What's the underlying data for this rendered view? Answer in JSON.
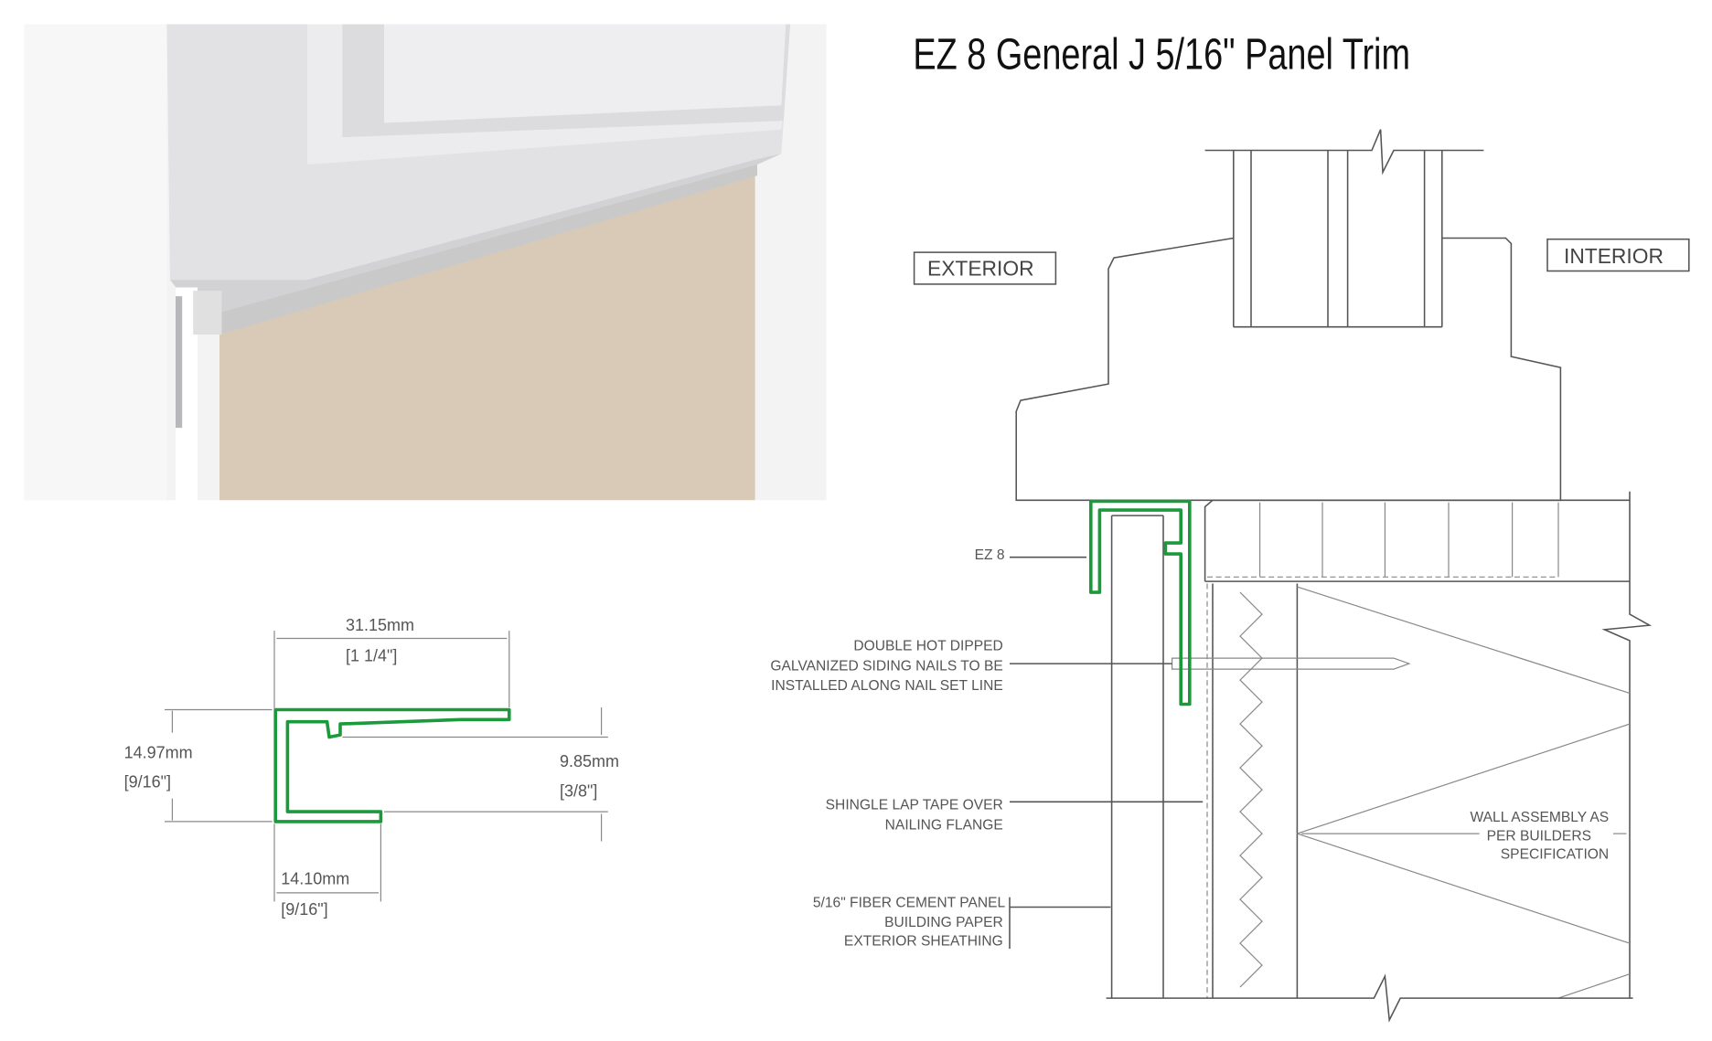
{
  "title": "EZ 8 General J 5/16\" Panel Trim",
  "colors": {
    "trim_profile": "#1b9a3c",
    "panel": "#d8cab6",
    "lines": "#555555"
  },
  "profile": {
    "width_mm": "31.15mm",
    "width_in": "[1 1/4\"]",
    "height_mm": "14.97mm",
    "height_in": "[9/16\"]",
    "inner_mm": "9.85mm",
    "inner_in": "[3/8\"]",
    "flange_mm": "14.10mm",
    "flange_in": "[9/16\"]"
  },
  "section": {
    "exterior": "EXTERIOR",
    "interior": "INTERIOR",
    "ez8": "EZ 8",
    "nails": [
      "DOUBLE HOT DIPPED",
      "GALVANIZED SIDING NAILS TO BE",
      "INSTALLED ALONG NAIL SET LINE"
    ],
    "tape": [
      "SHINGLE LAP TAPE OVER",
      "NAILING FLANGE"
    ],
    "layers": [
      "5/16\" FIBER CEMENT PANEL",
      "BUILDING PAPER",
      "EXTERIOR SHEATHING"
    ],
    "wall": [
      "WALL ASSEMBLY AS",
      "PER BUILDERS",
      "SPECIFICATION"
    ]
  }
}
